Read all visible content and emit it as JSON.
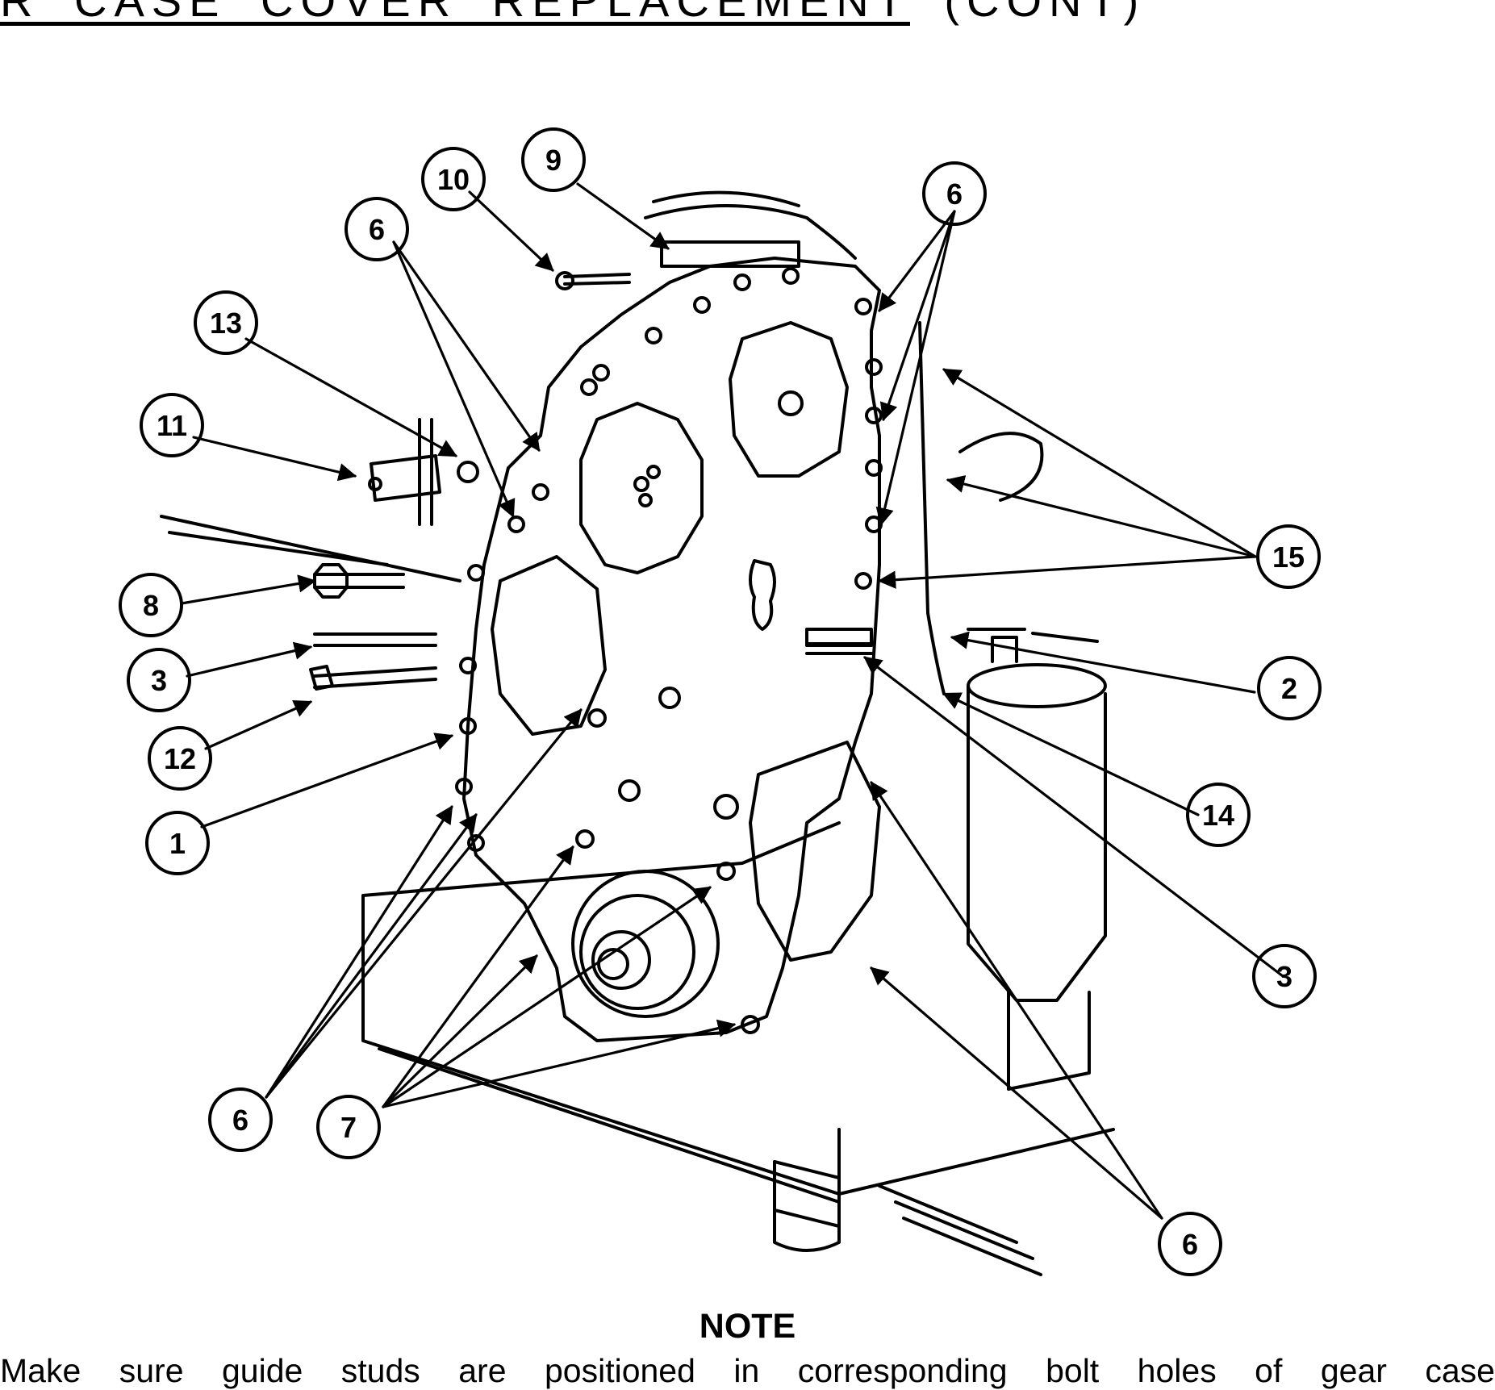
{
  "header": {
    "title": "R  CASE  COVER  REPLACEMENT  (CONT)"
  },
  "callouts": [
    {
      "id": "c10",
      "label": "10"
    },
    {
      "id": "c9",
      "label": "9"
    },
    {
      "id": "c6a",
      "label": "6"
    },
    {
      "id": "c6b",
      "label": "6"
    },
    {
      "id": "c13",
      "label": "13"
    },
    {
      "id": "c11",
      "label": "11"
    },
    {
      "id": "c15",
      "label": "15"
    },
    {
      "id": "c8",
      "label": "8"
    },
    {
      "id": "c3a",
      "label": "3"
    },
    {
      "id": "c2",
      "label": "2"
    },
    {
      "id": "c12",
      "label": "12"
    },
    {
      "id": "c14",
      "label": "14"
    },
    {
      "id": "c1",
      "label": "1"
    },
    {
      "id": "c3b",
      "label": "3"
    },
    {
      "id": "c6c",
      "label": "6"
    },
    {
      "id": "c7",
      "label": "7"
    },
    {
      "id": "c6d",
      "label": "6"
    }
  ],
  "note": {
    "heading": "NOTE",
    "text": "Make  sure  guide  studs  are  positioned  in  corresponding  bolt  holes  of  gear  case"
  }
}
